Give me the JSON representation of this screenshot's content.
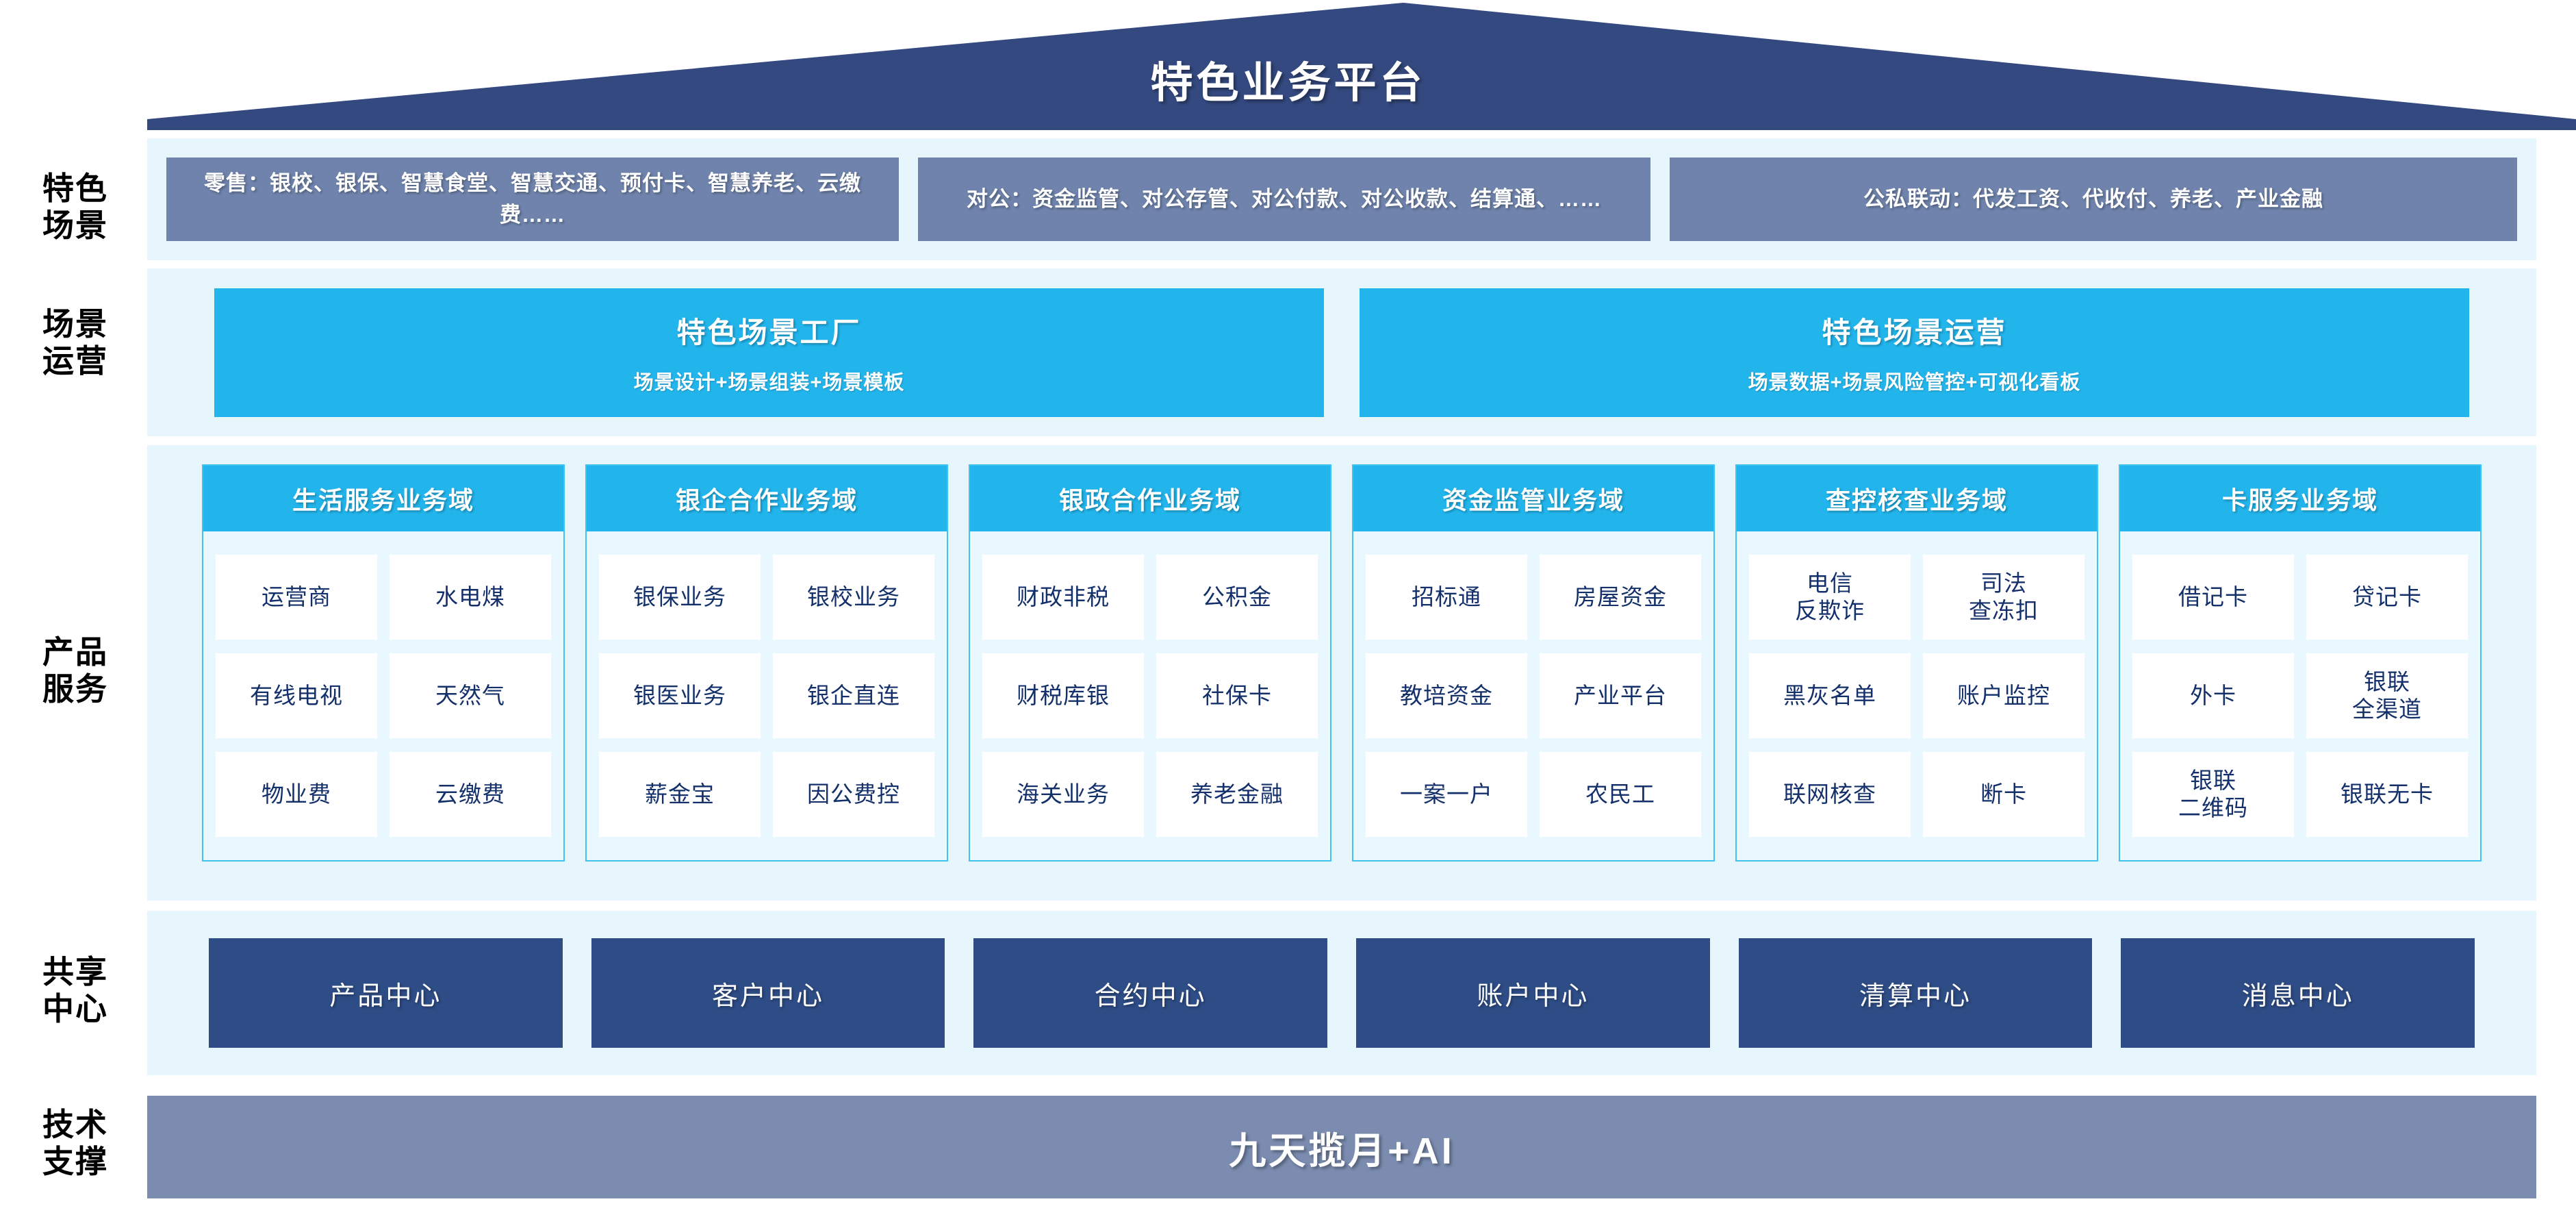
{
  "header": {
    "title": "特色业务平台",
    "roof_color": "#34497f"
  },
  "colors": {
    "panel_bg": "#e7f6fd",
    "scenario_box": "#6f83ac",
    "cyan": "#22b5ec",
    "card_border": "#3fc4f0",
    "card_body": "#e9f8fe",
    "cell_text": "#14306b",
    "shared_center": "#2e4c85",
    "tech_bar": "#7b8cb0"
  },
  "rows": {
    "scenarios": {
      "label": "特色\n场景",
      "boxes": [
        "零售：银校、银保、智慧食堂、智慧交通、预付卡、智慧养老、云缴费……",
        "对公：资金监管、对公存管、对公付款、对公收款、结算通、……",
        "公私联动：代发工资、代收付、养老、产业金融"
      ]
    },
    "operations": {
      "label": "场景\n运营",
      "boxes": [
        {
          "title": "特色场景工厂",
          "subtitle": "场景设计+场景组装+场景模板"
        },
        {
          "title": "特色场景运营",
          "subtitle": "场景数据+场景风险管控+可视化看板"
        }
      ]
    },
    "products": {
      "label": "产品\n服务",
      "domains": [
        {
          "title": "生活服务业务域",
          "cells": [
            [
              "运营商",
              "水电煤"
            ],
            [
              "有线电视",
              "天然气"
            ],
            [
              "物业费",
              "云缴费"
            ]
          ]
        },
        {
          "title": "银企合作业务域",
          "cells": [
            [
              "银保业务",
              "银校业务"
            ],
            [
              "银医业务",
              "银企直连"
            ],
            [
              "薪金宝",
              "因公费控"
            ]
          ]
        },
        {
          "title": "银政合作业务域",
          "cells": [
            [
              "财政非税",
              "公积金"
            ],
            [
              "财税库银",
              "社保卡"
            ],
            [
              "海关业务",
              "养老金融"
            ]
          ]
        },
        {
          "title": "资金监管业务域",
          "cells": [
            [
              "招标通",
              "房屋资金"
            ],
            [
              "教培资金",
              "产业平台"
            ],
            [
              "一案一户",
              "农民工"
            ]
          ]
        },
        {
          "title": "查控核查业务域",
          "cells": [
            [
              "电信\n反欺诈",
              "司法\n查冻扣"
            ],
            [
              "黑灰名单",
              "账户监控"
            ],
            [
              "联网核查",
              "断卡"
            ]
          ]
        },
        {
          "title": "卡服务业务域",
          "cells": [
            [
              "借记卡",
              "贷记卡"
            ],
            [
              "外卡",
              "银联\n全渠道"
            ],
            [
              "银联\n二维码",
              "银联无卡"
            ]
          ]
        }
      ]
    },
    "shared": {
      "label": "共享\n中心",
      "boxes": [
        "产品中心",
        "客户中心",
        "合约中心",
        "账户中心",
        "清算中心",
        "消息中心"
      ]
    },
    "tech": {
      "label": "技术\n支撑",
      "bar": "九天揽月+AI"
    }
  }
}
